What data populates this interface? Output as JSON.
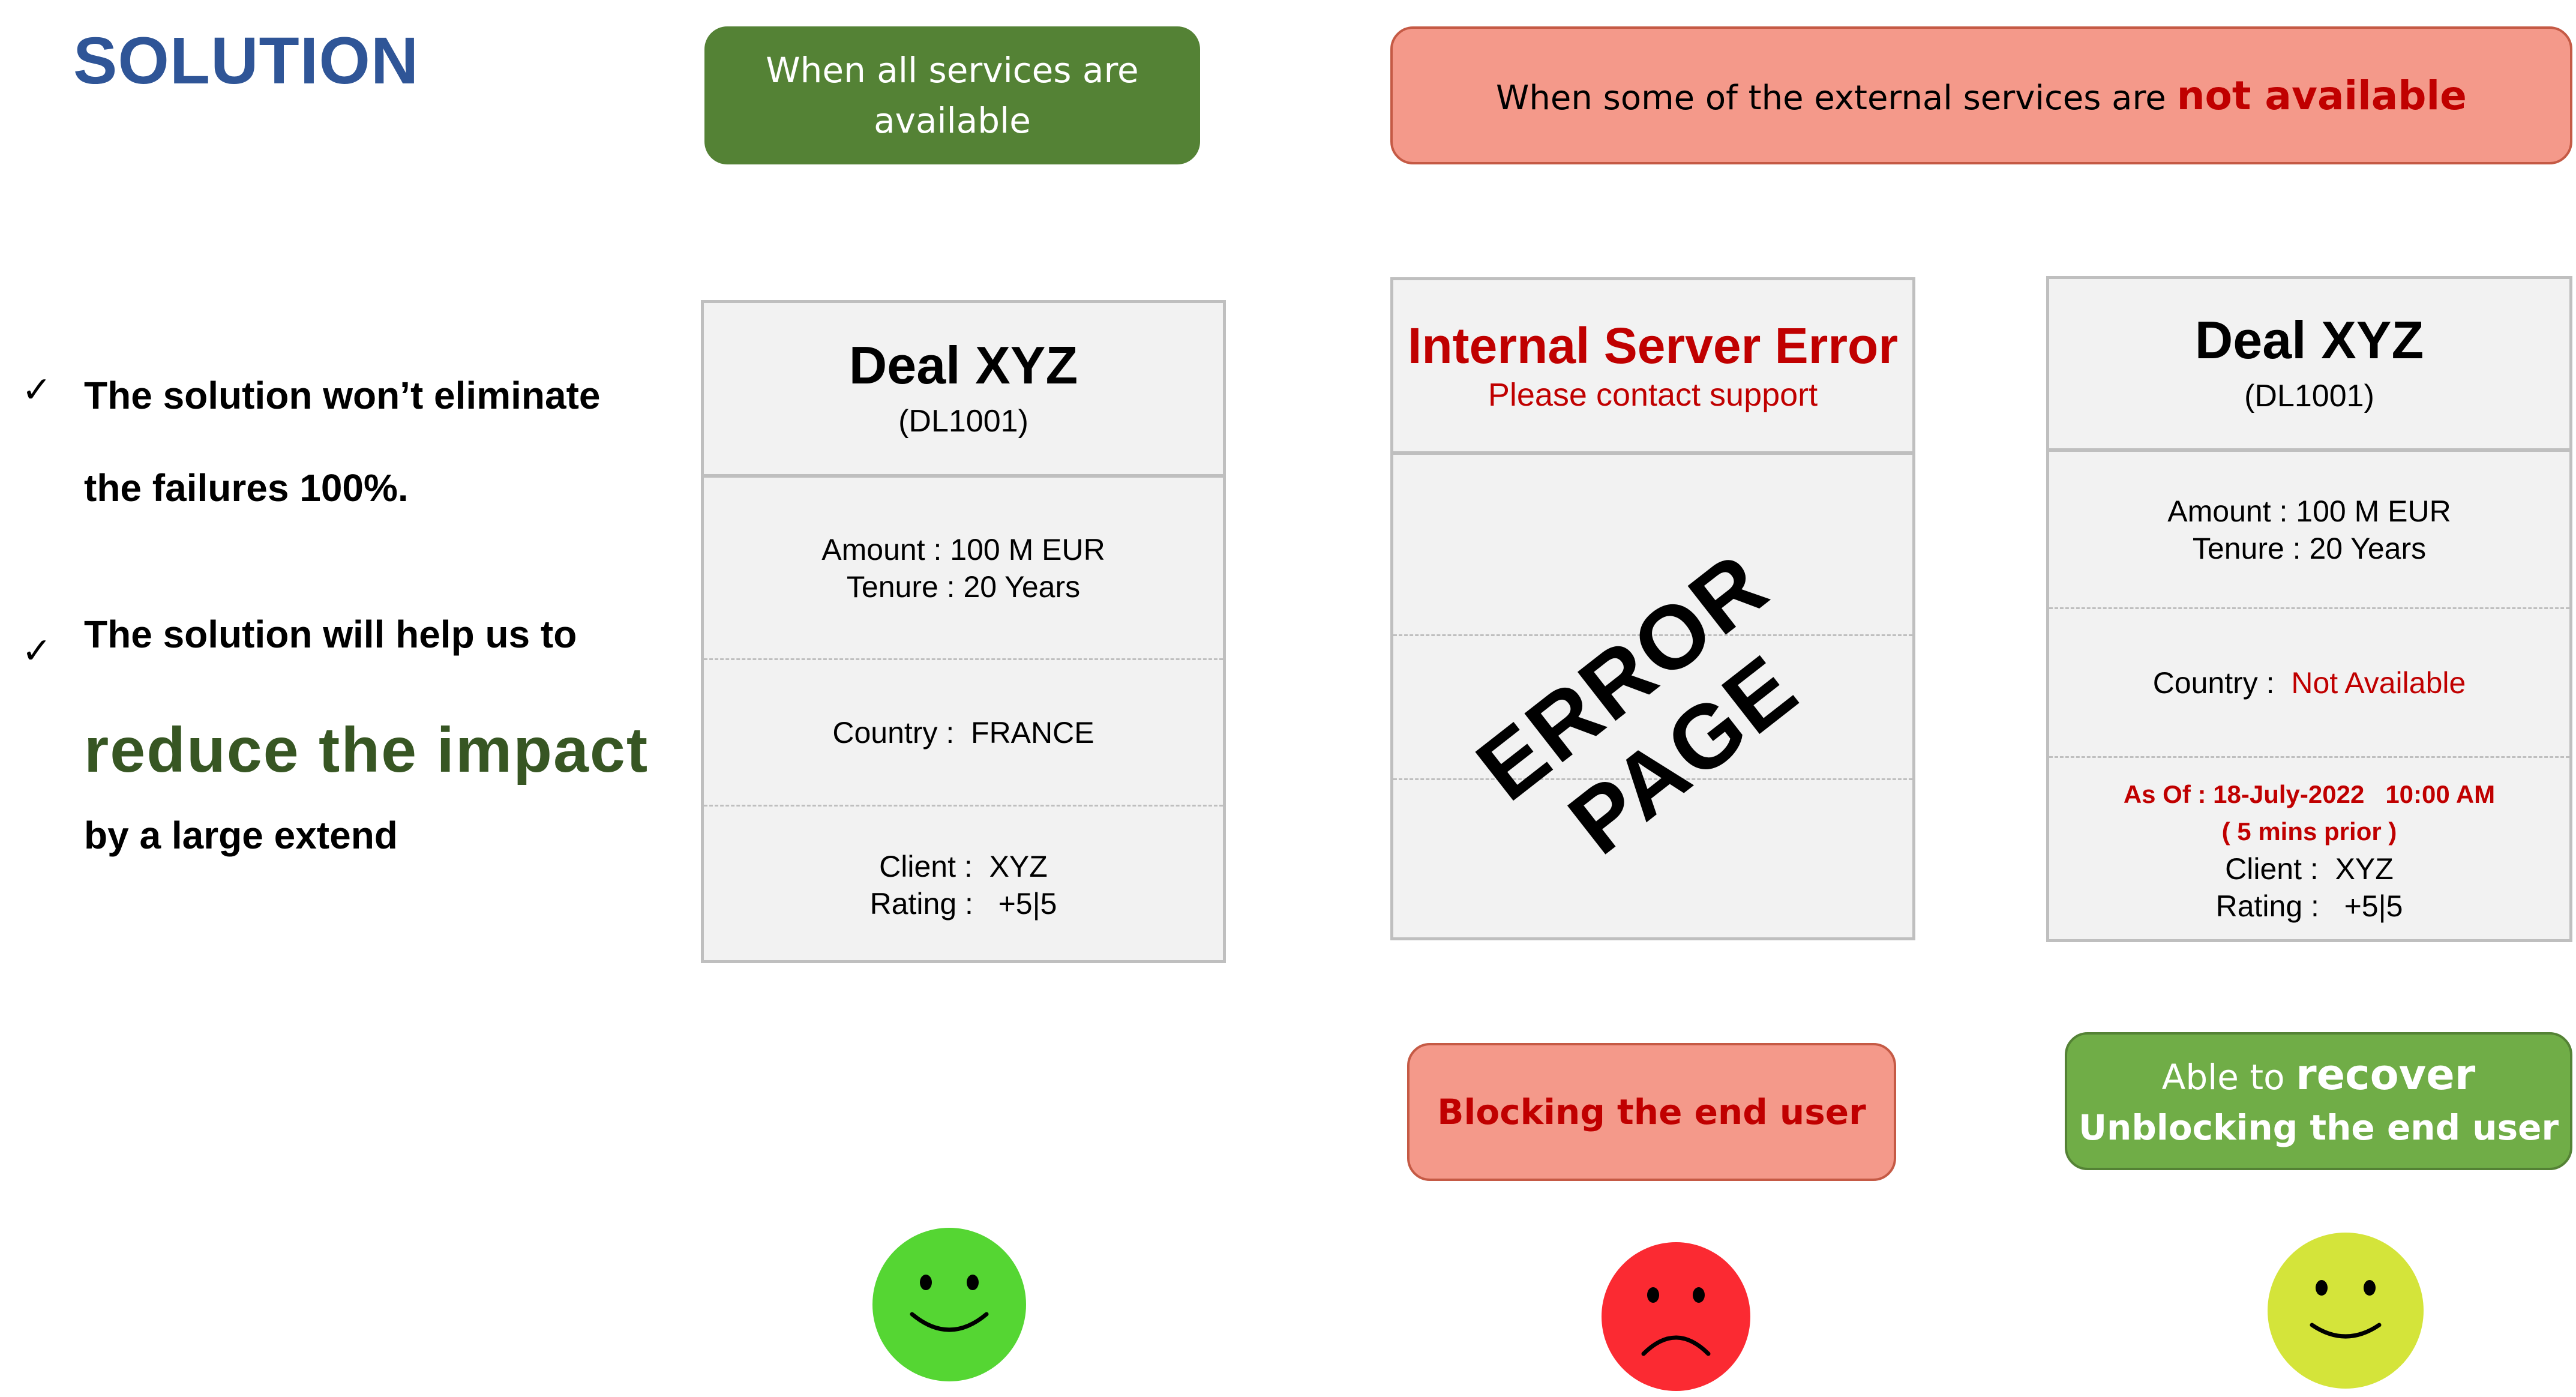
{
  "title": "SOLUTION",
  "bullets": {
    "check_symbol": "✓",
    "item1_line1": "The solution won’t eliminate",
    "item1_line2": "the failures 100%.",
    "item2_line1": "The solution will help us to",
    "item2_emphasis": "reduce the impact",
    "item2_line3": "by a large extend"
  },
  "callouts": {
    "available_line1": "When all services are",
    "available_line2": "available",
    "unavailable_prefix": "When some of the external services are",
    "unavailable_highlight": "not available",
    "blocking": "Blocking the end user",
    "recover_prefix": "Able to",
    "recover_highlight": "recover",
    "recover_line2": "Unblocking the end user"
  },
  "cards": {
    "normal": {
      "title": "Deal XYZ",
      "code": "(DL1001)",
      "amount": "Amount : 100 M EUR",
      "tenure": "Tenure : 20 Years",
      "country": "Country :  FRANCE",
      "client": "Client :  XYZ",
      "rating": "Rating :   +5|5"
    },
    "error": {
      "title": "Internal Server Error",
      "subtitle": "Please contact support",
      "stamp_line1": "ERROR",
      "stamp_line2": "PAGE"
    },
    "fallback": {
      "title": "Deal XYZ",
      "code": "(DL1001)",
      "amount": "Amount : 100 M EUR",
      "tenure": "Tenure : 20 Years",
      "country_label": "Country :",
      "country_value": "Not Available",
      "as_of": "As Of : 18-July-2022   10:00 AM",
      "as_of_note": "( 5 mins prior )",
      "client": "Client :  XYZ",
      "rating": "Rating :   +5|5"
    }
  },
  "colors": {
    "title_blue": "#2f5597",
    "dark_green": "#548235",
    "light_green": "#70ad47",
    "salmon": "#f4998a",
    "error_red": "#c00000",
    "emphasis_green": "#375623",
    "face_happy": "#55d633",
    "face_sad": "#fb2a32",
    "face_neutral": "#d4e43a"
  },
  "faces": [
    "smiley-happy-icon",
    "smiley-sad-icon",
    "smiley-neutral-icon"
  ]
}
